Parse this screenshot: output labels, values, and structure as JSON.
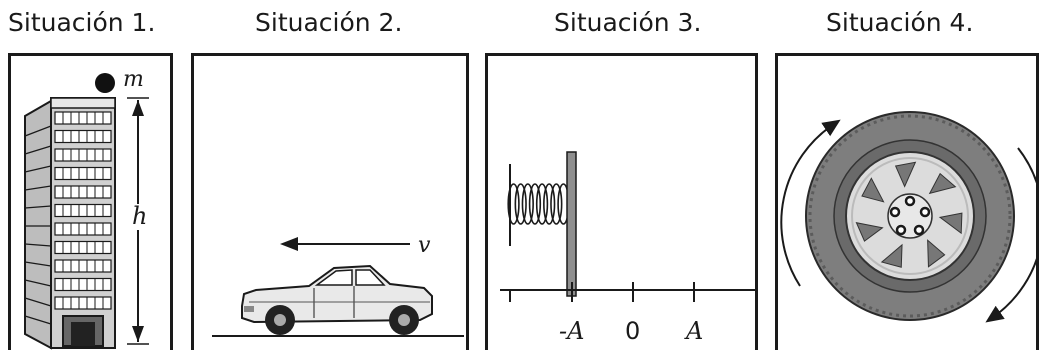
{
  "titles": {
    "s1": "Situación 1.",
    "s2": "Situación 2.",
    "s3": "Situación 3.",
    "s4": "Situación 4."
  },
  "panel1": {
    "mass_label": "m",
    "height_label": "h"
  },
  "panel2": {
    "velocity_label": "v"
  },
  "panel3": {
    "tick_neg": "-A",
    "tick_zero": "0",
    "tick_pos": "A"
  }
}
